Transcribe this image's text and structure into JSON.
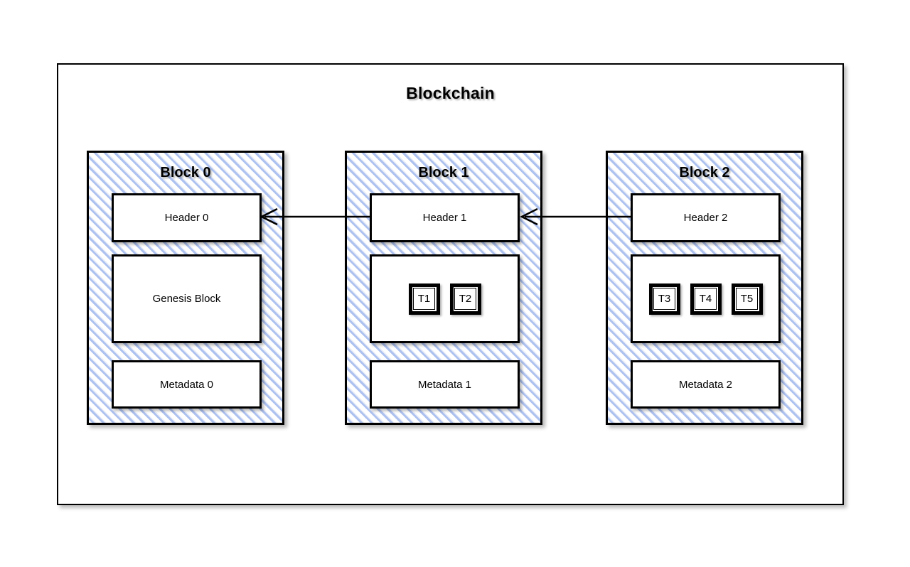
{
  "diagram": {
    "title": "Blockchain",
    "accent_hatch_color": "#aec2f0",
    "stroke_color": "#000000",
    "background_color": "#ffffff"
  },
  "blocks": [
    {
      "title": "Block 0",
      "header_label": "Header 0",
      "body_label": "Genesis Block",
      "metadata_label": "Metadata 0",
      "transactions": []
    },
    {
      "title": "Block 1",
      "header_label": "Header 1",
      "body_label": "",
      "metadata_label": "Metadata 1",
      "transactions": [
        "T1",
        "T2"
      ]
    },
    {
      "title": "Block 2",
      "header_label": "Header 2",
      "body_label": "",
      "metadata_label": "Metadata 2",
      "transactions": [
        "T3",
        "T4",
        "T5"
      ]
    }
  ],
  "links": [
    {
      "from": "Header 1",
      "to": "Header 0",
      "style": "open-arrow-left"
    },
    {
      "from": "Header 2",
      "to": "Header 1",
      "style": "open-arrow-left"
    }
  ]
}
